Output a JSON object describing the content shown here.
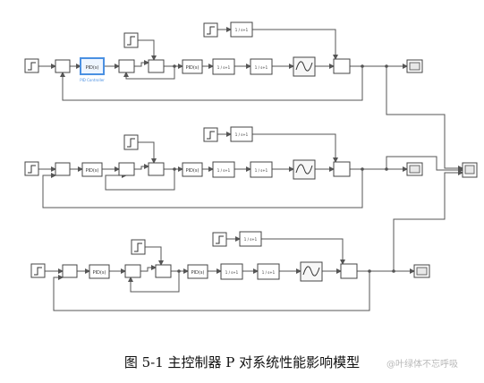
{
  "caption": "图 5-1 主控制器 P 对系统性能影响模型",
  "watermark": "@叶绿体不忘呼吸",
  "labels": {
    "pid": "PID(s)",
    "tf": "1 / s+1",
    "pid_tooltip": "PID Controller"
  },
  "colors": {
    "block_border": "#444444",
    "line": "#555555",
    "highlight": "#4a90e2"
  }
}
